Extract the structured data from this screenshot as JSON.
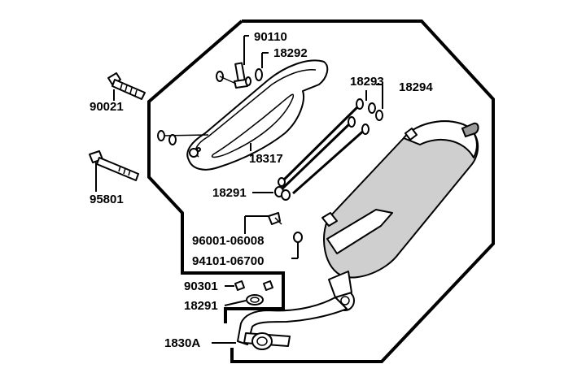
{
  "labels": {
    "p90110": "90110",
    "p18292": "18292",
    "p90021": "90021",
    "p18293": "18293",
    "p18294": "18294",
    "p18317": "18317",
    "p95801": "95801",
    "p18291a": "18291",
    "p96001": "96001-06008",
    "p94101": "94101-06700",
    "p90301": "90301",
    "p18291b": "18291",
    "p1830A": "1830A"
  },
  "colors": {
    "ink": "#000000",
    "background": "#ffffff",
    "muffler_fill": "#cfcfcf"
  }
}
